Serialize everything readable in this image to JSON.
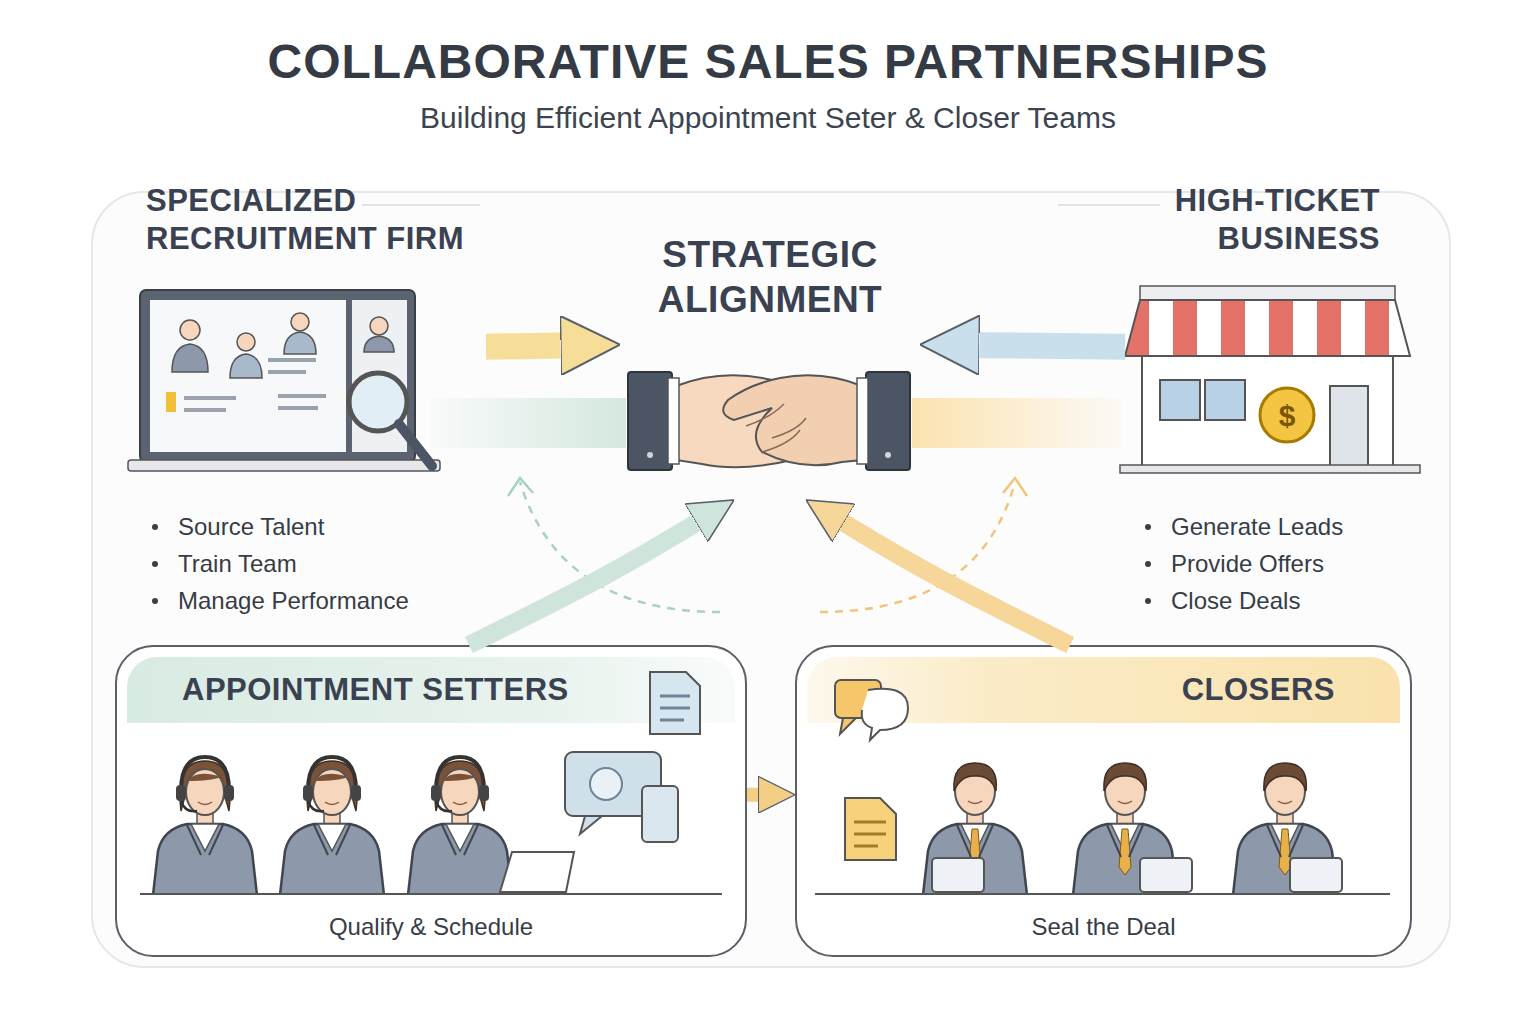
{
  "diagram": {
    "title": "COLLABORATIVE SALES PARTNERSHIPS",
    "nodes": [
      {
        "text": [
          "SPECIALIZED RECRUITMENT FIRM",
          "Source Talent",
          "Train Team",
          "Manage Performance"
        ]
      },
      {
        "text": [
          "STRATEGIC ALIGNMENT"
        ]
      },
      {
        "text": [
          "HIGH-TICKET BUSINESS",
          "Generate Leads",
          "Provide Offers",
          "Close Deals"
        ]
      },
      {
        "text": [
          "APPOINTMENT SETTERS",
          "Qualify & Schedule"
        ]
      },
      {
        "text": [
          "CLOSERS",
          "Seal the Deal"
        ]
      }
    ],
    "edges": [
      {
        "from": 0,
        "to": 1,
        "arrow": "to"
      },
      {
        "from": 2,
        "to": 1,
        "arrow": "to"
      },
      {
        "from": 3,
        "to": 1,
        "arrow": "to"
      },
      {
        "from": 4,
        "to": 1,
        "arrow": "to"
      },
      {
        "from": 3,
        "to": 4,
        "arrow": "to"
      }
    ],
    "labels": [
      "Building Efficient Appointment Seter & Closer Teams",
      "$"
    ]
  }
}
